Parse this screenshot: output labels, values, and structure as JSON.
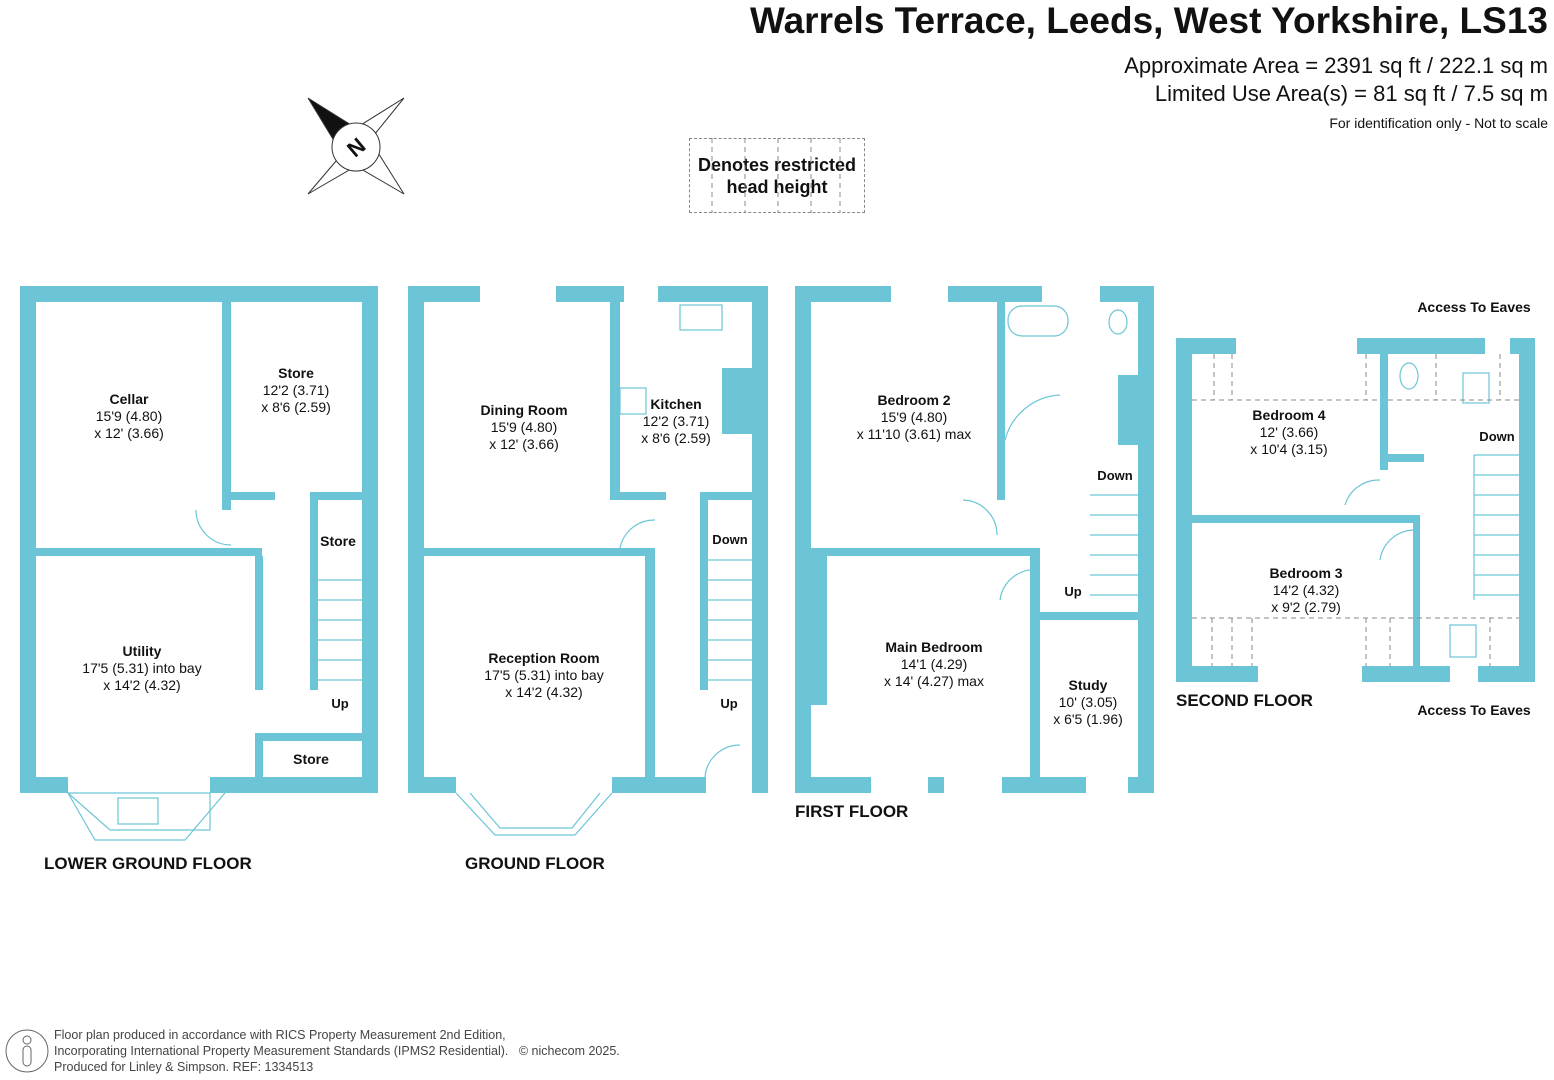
{
  "header": {
    "title": "Warrels Terrace, Leeds, West Yorkshire, LS13",
    "approx_area": "Approximate Area = 2391 sq ft / 222.1 sq m",
    "limited_area": "Limited Use Area(s) = 81 sq ft / 7.5 sq m",
    "note": "For identification only - Not to scale"
  },
  "legend": {
    "line1": "Denotes restricted",
    "line2": "head height"
  },
  "compass": {
    "label": "N"
  },
  "colors": {
    "wall": "#6cc5d6"
  },
  "floors": {
    "lower": {
      "name": "LOWER GROUND FLOOR",
      "rooms": [
        {
          "name": "Cellar",
          "d1": "15'9 (4.80)",
          "d2": "x 12' (3.66)"
        },
        {
          "name": "Store",
          "d1": "12'2 (3.71)",
          "d2": "x 8'6 (2.59)"
        },
        {
          "name": "Utility",
          "d1": "17'5 (5.31) into bay",
          "d2": "x 14'2 (4.32)"
        }
      ],
      "labels": [
        "Store",
        "Up",
        "Store"
      ]
    },
    "ground": {
      "name": "GROUND FLOOR",
      "rooms": [
        {
          "name": "Dining Room",
          "d1": "15'9 (4.80)",
          "d2": "x 12' (3.66)"
        },
        {
          "name": "Kitchen",
          "d1": "12'2 (3.71)",
          "d2": "x 8'6 (2.59)"
        },
        {
          "name": "Reception Room",
          "d1": "17'5 (5.31) into bay",
          "d2": "x 14'2 (4.32)"
        }
      ],
      "labels": [
        "Down",
        "Up"
      ]
    },
    "first": {
      "name": "FIRST FLOOR",
      "rooms": [
        {
          "name": "Bedroom 2",
          "d1": "15'9 (4.80)",
          "d2": "x 11'10 (3.61) max"
        },
        {
          "name": "Main Bedroom",
          "d1": "14'1 (4.29)",
          "d2": "x 14' (4.27) max"
        },
        {
          "name": "Study",
          "d1": "10' (3.05)",
          "d2": "x 6'5 (1.96)"
        }
      ],
      "labels": [
        "Down",
        "Up"
      ]
    },
    "second": {
      "name": "SECOND FLOOR",
      "rooms": [
        {
          "name": "Bedroom 4",
          "d1": "12' (3.66)",
          "d2": "x 10'4 (3.15)"
        },
        {
          "name": "Bedroom 3",
          "d1": "14'2 (4.32)",
          "d2": "x 9'2 (2.79)"
        }
      ],
      "labels": [
        "Access To Eaves",
        "Down",
        "Access To Eaves"
      ]
    }
  },
  "footer": {
    "line1": "Floor plan produced in accordance with RICS Property Measurement 2nd Edition,",
    "line2": "Incorporating International Property Measurement Standards (IPMS2 Residential).",
    "copyright": "© nichecom 2025.",
    "line3": "Produced for Linley & Simpson.   REF: 1334513"
  }
}
